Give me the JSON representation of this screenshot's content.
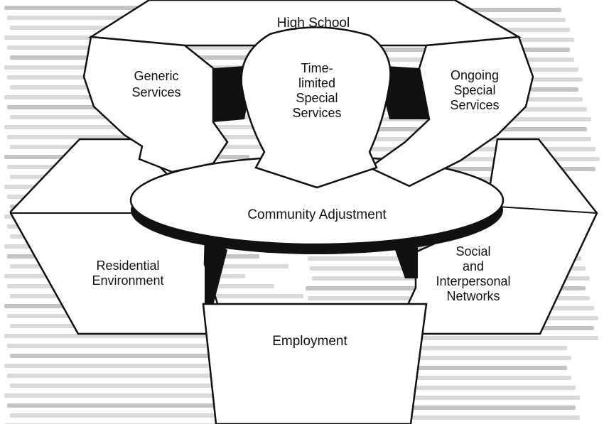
{
  "diagram": {
    "labels": {
      "high_school": "High School",
      "generic_1": "Generic",
      "generic_2": "Services",
      "time_limited_1": "Time-",
      "time_limited_2": "limited",
      "time_limited_3": "Special",
      "time_limited_4": "Services",
      "ongoing_1": "Ongoing",
      "ongoing_2": "Special",
      "ongoing_3": "Services",
      "community": "Community Adjustment",
      "residential_1": "Residential",
      "residential_2": "Environment",
      "social_1": "Social",
      "social_2": "and",
      "social_3": "Interpersonal",
      "social_4": "Networks",
      "employment": "Employment"
    }
  }
}
